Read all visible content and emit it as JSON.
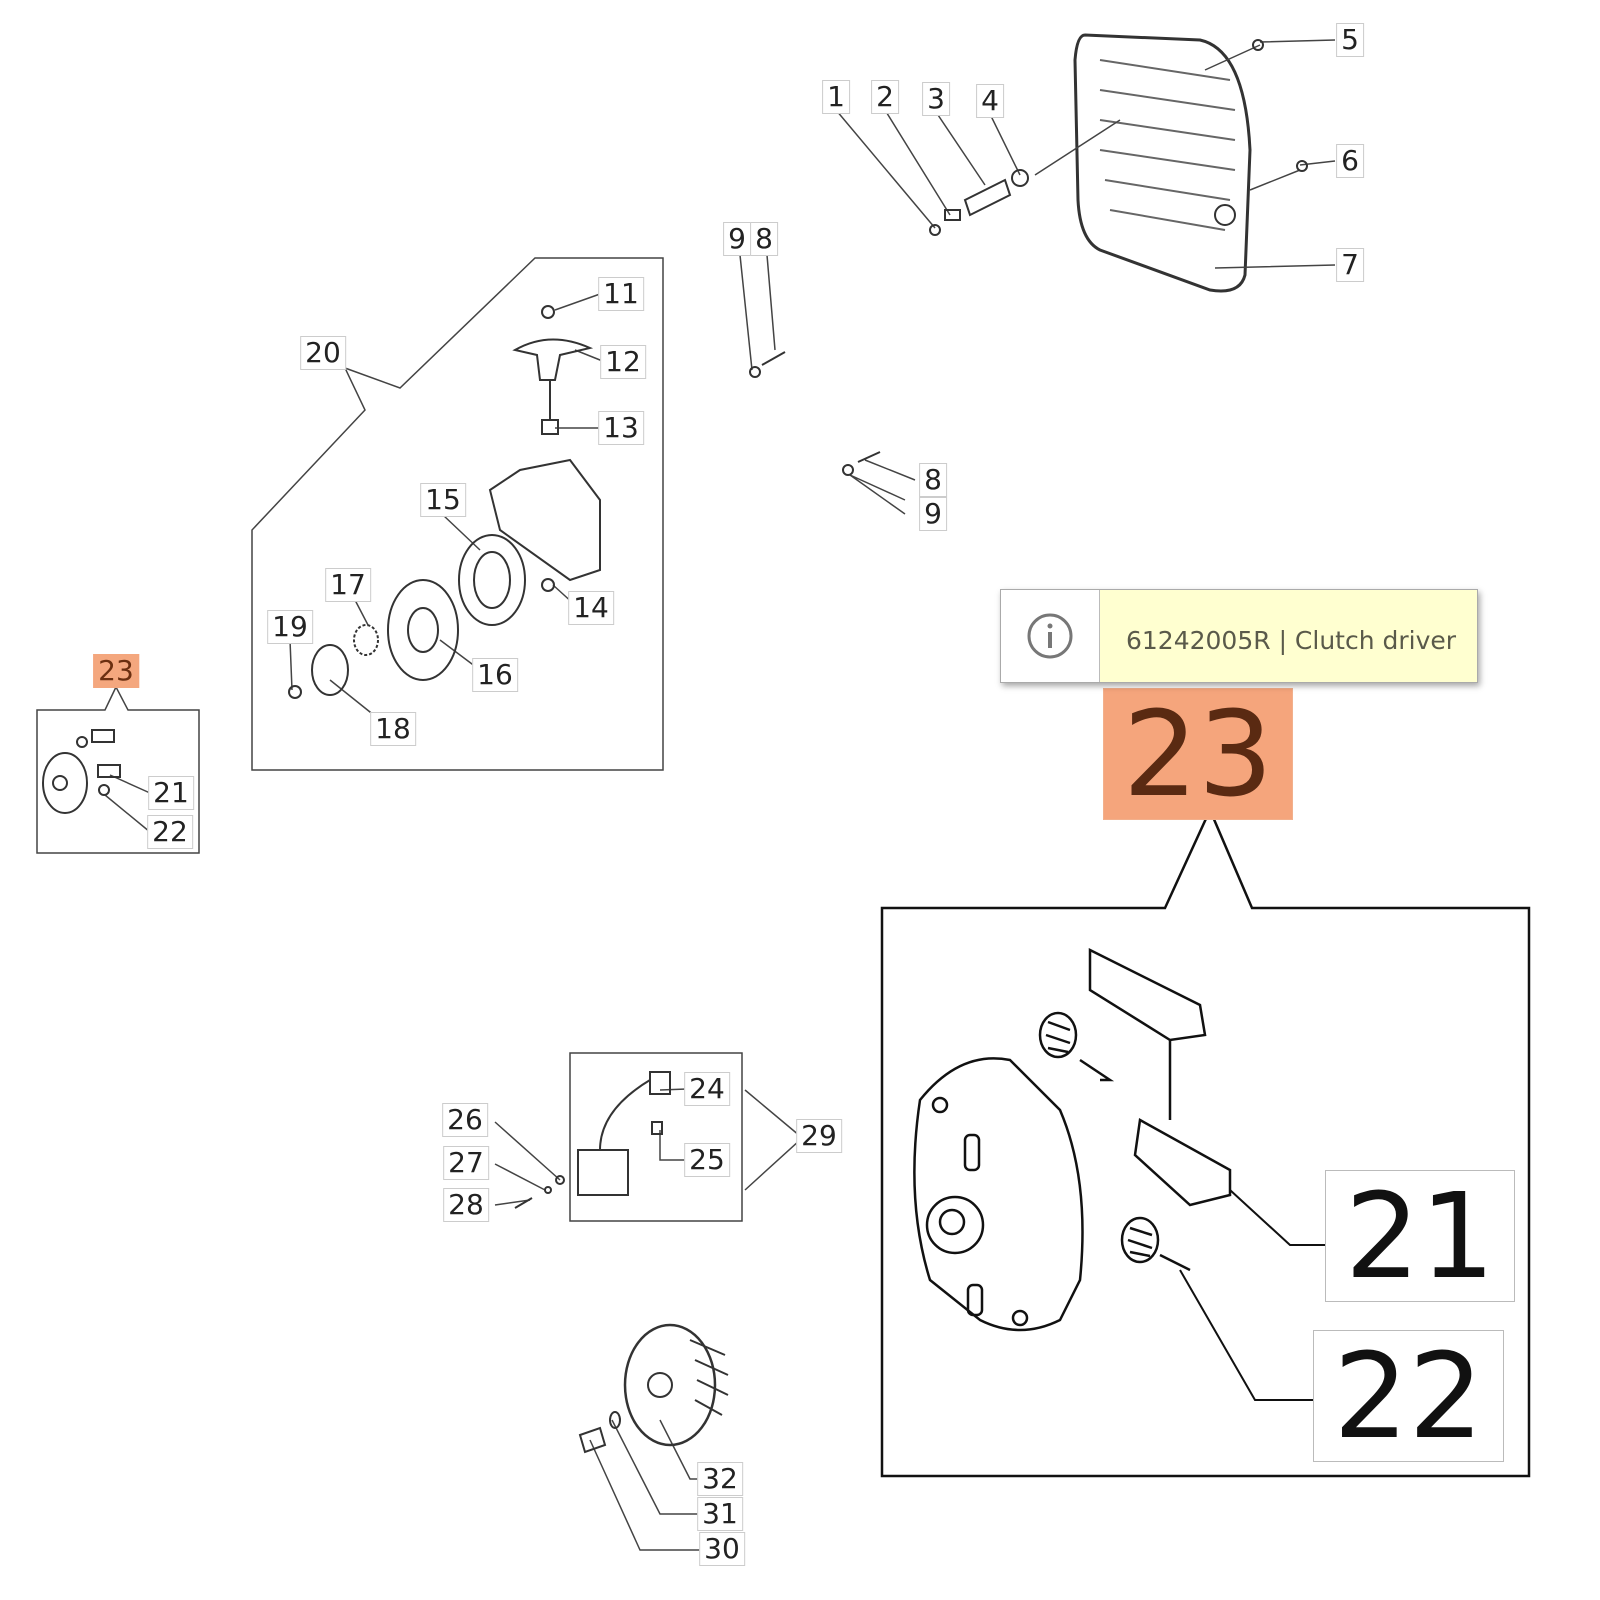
{
  "callouts": [
    "1",
    "2",
    "3",
    "4",
    "5",
    "6",
    "7",
    "9",
    "8",
    "11",
    "12",
    "13",
    "20",
    "15",
    "14",
    "17",
    "19",
    "16",
    "18",
    "8",
    "9",
    "23",
    "21",
    "22",
    "24",
    "29",
    "25",
    "26",
    "27",
    "28",
    "32",
    "31",
    "30"
  ],
  "detail": {
    "group": "23",
    "items": [
      "21",
      "22"
    ]
  },
  "tooltip": {
    "icon": "info-icon",
    "text": "61242005R | Clutch driver"
  },
  "colors": {
    "highlight": "#f4a77e",
    "tooltip_bg": "#ffffd0"
  }
}
